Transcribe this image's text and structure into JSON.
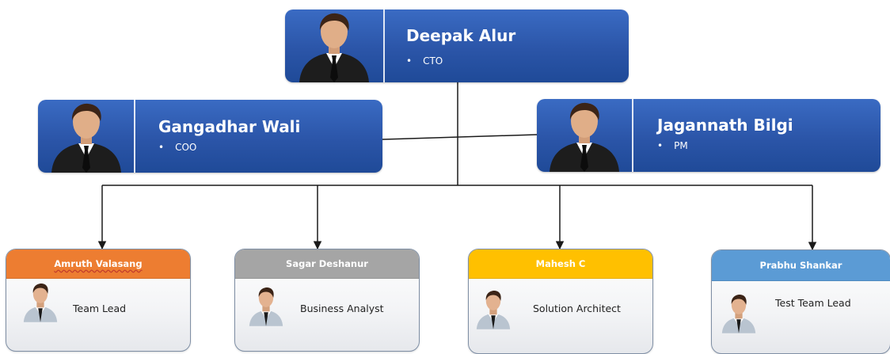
{
  "executives": {
    "top": {
      "name": "Deepak Alur",
      "role": "CTO",
      "icon": "person-icon"
    },
    "left": {
      "name": "Gangadhar Wali",
      "role": "COO",
      "icon": "person-icon"
    },
    "right": {
      "name": "Jagannath Bilgi",
      "role": "PM",
      "icon": "person-icon"
    }
  },
  "bullet": "•",
  "team": [
    {
      "name": "Amruth Valasang",
      "role": "Team Lead",
      "header_color": "#ed7d31",
      "icon": "person-icon"
    },
    {
      "name": "Sagar Deshanur",
      "role": "Business Analyst",
      "header_color": "#a5a5a5",
      "icon": "person-icon"
    },
    {
      "name": "Mahesh C",
      "role": "Solution Architect",
      "header_color": "#ffc000",
      "icon": "person-icon"
    },
    {
      "name": "Prabhu Shankar",
      "role": "Test Team Lead",
      "header_color": "#5b9bd5",
      "icon": "person-icon"
    }
  ],
  "colors": {
    "exec_card": "#2b55a8",
    "connector": "#1a1a1a"
  }
}
